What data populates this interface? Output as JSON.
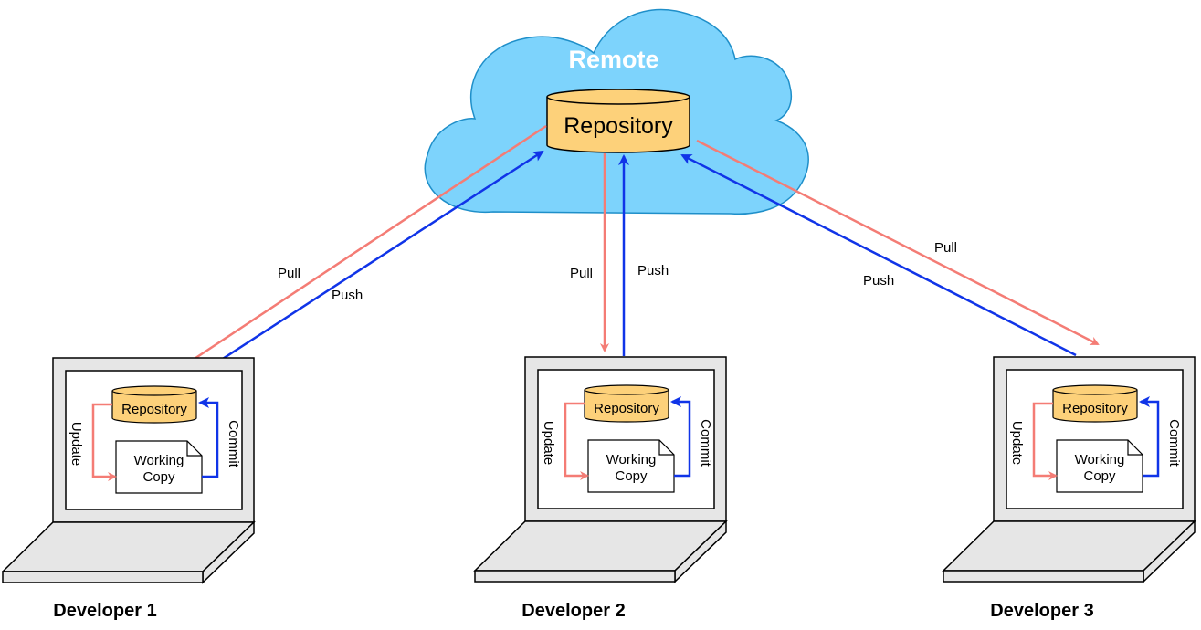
{
  "remote": {
    "title": "Remote",
    "repository_label": "Repository",
    "cloud_color": "#7dd3fc"
  },
  "colors": {
    "pull": "#f47c75",
    "push": "#1034e8",
    "repository_fill": "#fdd17a",
    "laptop_body": "#e6e6e6"
  },
  "flows": {
    "pull_label": "Pull",
    "push_label": "Push"
  },
  "developers": [
    {
      "name": "Developer 1",
      "repository_label": "Repository",
      "working_copy_line1": "Working",
      "working_copy_line2": "Copy",
      "update_label": "Update",
      "commit_label": "Commit"
    },
    {
      "name": "Developer 2",
      "repository_label": "Repository",
      "working_copy_line1": "Working",
      "working_copy_line2": "Copy",
      "update_label": "Update",
      "commit_label": "Commit"
    },
    {
      "name": "Developer 3",
      "repository_label": "Repository",
      "working_copy_line1": "Working",
      "working_copy_line2": "Copy",
      "update_label": "Update",
      "commit_label": "Commit"
    }
  ]
}
